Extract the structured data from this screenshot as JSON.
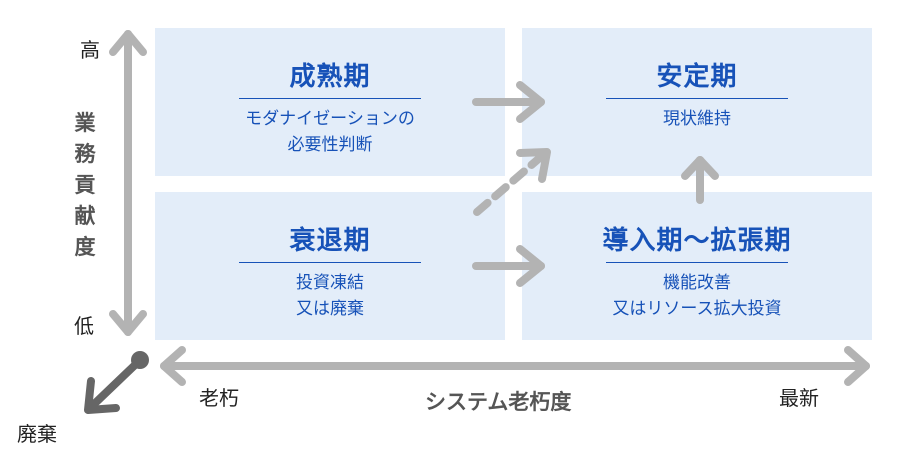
{
  "colors": {
    "quadrant_bg": "#e3edf9",
    "accent_blue": "#1752b8",
    "arrow_gray": "#b3b3b3",
    "discard_arrow": "#666666",
    "axis_title_gray": "#555555"
  },
  "quadrants": {
    "top_left": {
      "title": "成熟期",
      "desc": [
        "モダナイゼーションの",
        "必要性判断"
      ]
    },
    "top_right": {
      "title": "安定期",
      "desc": [
        "現状維持"
      ]
    },
    "bottom_left": {
      "title": "衰退期",
      "desc": [
        "投資凍結",
        "又は廃棄"
      ]
    },
    "bottom_right": {
      "title": "導入期～拡張期",
      "desc": [
        "機能改善",
        "又はリソース拡大投資"
      ]
    }
  },
  "vertical_axis": {
    "title_chars": [
      "業",
      "務",
      "貢",
      "献",
      "度"
    ],
    "high_label": "高",
    "low_label": "低"
  },
  "horizontal_axis": {
    "title": "システム老朽度",
    "left_label": "老朽",
    "right_label": "最新"
  },
  "discard": {
    "label": "廃棄"
  },
  "transitions": [
    {
      "from": "成熟期",
      "to": "安定期",
      "style": "solid"
    },
    {
      "from": "衰退期",
      "to": "安定期",
      "style": "dashed"
    },
    {
      "from": "衰退期",
      "to": "導入期～拡張期",
      "style": "solid"
    },
    {
      "from": "導入期～拡張期",
      "to": "安定期",
      "style": "solid"
    }
  ]
}
